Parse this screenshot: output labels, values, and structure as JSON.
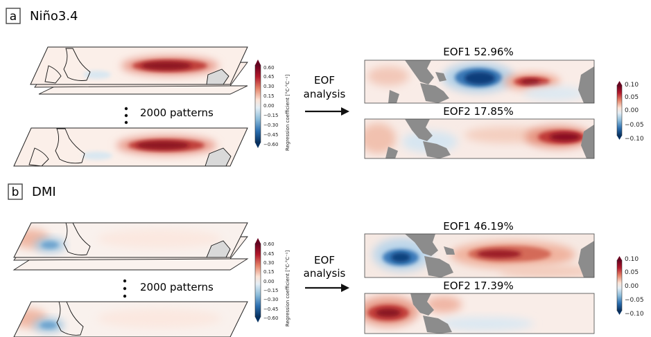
{
  "panels": [
    {
      "letter": "a",
      "title": "Niño3.4",
      "patterns_label": "2000 patterns",
      "arrow_label_line1": "EOF",
      "arrow_label_line2": "analysis",
      "input_colorbar": {
        "label": "Regression coefficient [°C·°C⁻¹]",
        "ticks": [
          "0.60",
          "0.45",
          "0.30",
          "0.15",
          "0.00",
          "−0.15",
          "−0.30",
          "−0.45",
          "−0.60"
        ]
      },
      "eofs": [
        {
          "title": "EOF1 52.96%"
        },
        {
          "title": "EOF2 17.85%"
        }
      ],
      "eof_colorbar": {
        "ticks": [
          "0.10",
          "0.05",
          "0.00",
          "−0.05",
          "−0.10"
        ]
      }
    },
    {
      "letter": "b",
      "title": "DMI",
      "patterns_label": "2000 patterns",
      "arrow_label_line1": "EOF",
      "arrow_label_line2": "analysis",
      "input_colorbar": {
        "label": "Regression coefficient [°C·°C⁻¹]",
        "ticks": [
          "0.60",
          "0.45",
          "0.30",
          "0.15",
          "0.00",
          "−0.15",
          "−0.30",
          "−0.45",
          "−0.60"
        ]
      },
      "eofs": [
        {
          "title": "EOF1 46.19%"
        },
        {
          "title": "EOF2 17.39%"
        }
      ],
      "eof_colorbar": {
        "ticks": [
          "0.10",
          "0.05",
          "0.00",
          "−0.05",
          "−0.10"
        ]
      }
    }
  ],
  "colors": {
    "warm_dark": "#8e0c1e",
    "warm": "#d6604d",
    "warm_light": "#f6c4ad",
    "neutral": "#f7f3f0",
    "cool_light": "#c4dcec",
    "cool": "#4a8cc2",
    "cool_dark": "#0b3e7a",
    "land": "#8c8c8c"
  }
}
